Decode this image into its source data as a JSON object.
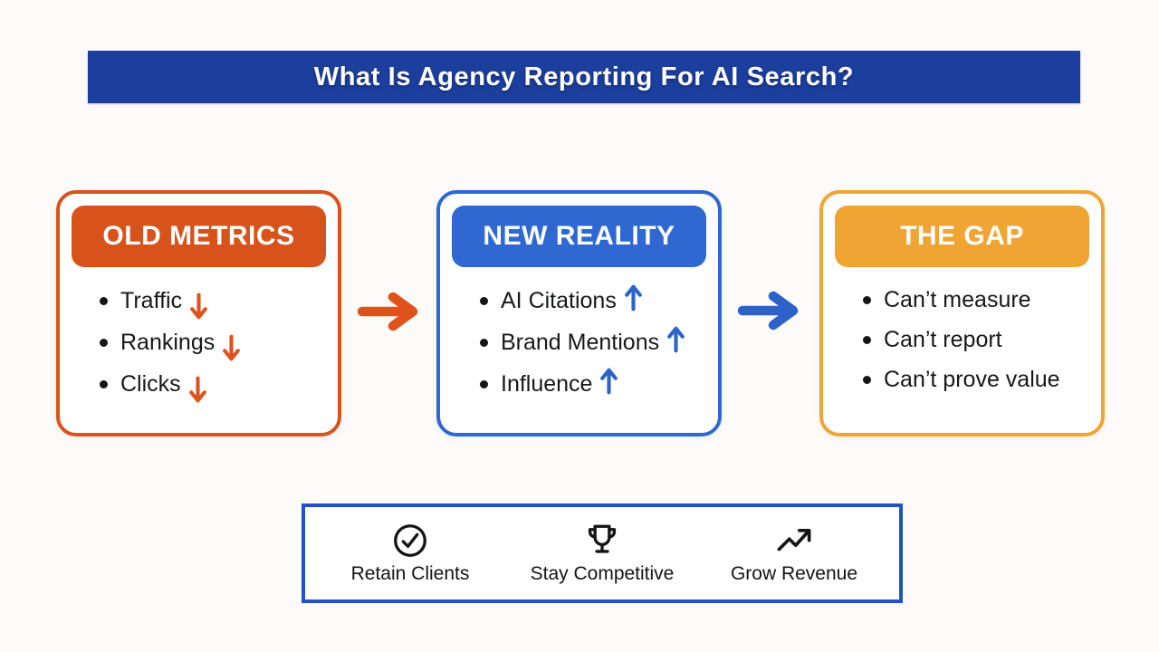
{
  "title_bar": {
    "label": "What Is Agency Reporting For AI Search?"
  },
  "colors": {
    "background": "#FCFBF9",
    "title_bar_bg": "#1C3F9E",
    "title_text": "#FFFFFF",
    "old_metrics": "#D8531C",
    "old_metrics_arrow": "#E0521B",
    "new_reality": "#2E68D0",
    "new_reality_arrow": "#2D62CB",
    "the_gap": "#F0A434",
    "footer_border": "#2253C2",
    "body_text": "#17181A"
  },
  "cards": [
    {
      "header": "OLD METRICS",
      "items": [
        {
          "label": "Traffic",
          "trend": "down"
        },
        {
          "label": "Rankings",
          "trend": "down"
        },
        {
          "label": "Clicks",
          "trend": "down"
        }
      ]
    },
    {
      "header": "NEW REALITY",
      "items": [
        {
          "label": "AI Citations",
          "trend": "up"
        },
        {
          "label": "Brand Mentions",
          "trend": "up"
        },
        {
          "label": "Influence",
          "trend": "up"
        }
      ]
    },
    {
      "header": "THE GAP",
      "items": [
        {
          "label": "Can’t measure",
          "trend": "none"
        },
        {
          "label": "Can’t report",
          "trend": "none"
        },
        {
          "label": "Can’t prove value",
          "trend": "none"
        }
      ]
    }
  ],
  "connectors": [
    {
      "direction": "right",
      "color": "#E0521B"
    },
    {
      "direction": "right",
      "color": "#2D62CB"
    }
  ],
  "footer": {
    "items": [
      {
        "icon": "check-circle-icon",
        "label": "Retain Clients"
      },
      {
        "icon": "trophy-icon",
        "label": "Stay Competitive"
      },
      {
        "icon": "trending-up-icon",
        "label": "Grow Revenue"
      }
    ]
  }
}
